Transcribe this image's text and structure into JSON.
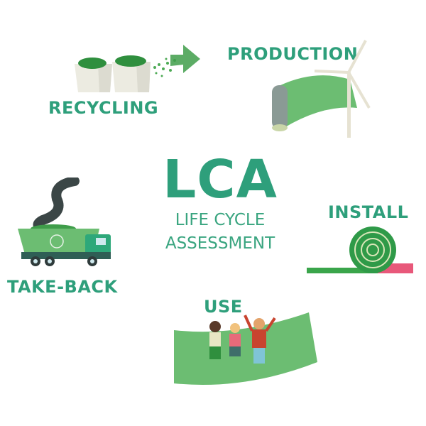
{
  "center": {
    "title": "LCA",
    "subtitle_line1": "LIFE CYCLE",
    "subtitle_line2": "ASSESSMENT"
  },
  "stages": {
    "production": {
      "label": "PRODUCTION",
      "icon": "turf-roll-wind-turbine"
    },
    "install": {
      "label": "INSTALL",
      "icon": "rolled-turf"
    },
    "use": {
      "label": "USE",
      "icon": "children-on-turf"
    },
    "take_back": {
      "label": "TAKE-BACK",
      "icon": "recycling-truck"
    },
    "recycling": {
      "label": "RECYCLING",
      "icon": "granule-bags-arrow"
    }
  },
  "colors": {
    "primary": "#2e9f7b",
    "turf": "#6cbd72",
    "turf_dark": "#2f9a48",
    "pink": "#e8587a",
    "bag": "#ecebe1"
  }
}
